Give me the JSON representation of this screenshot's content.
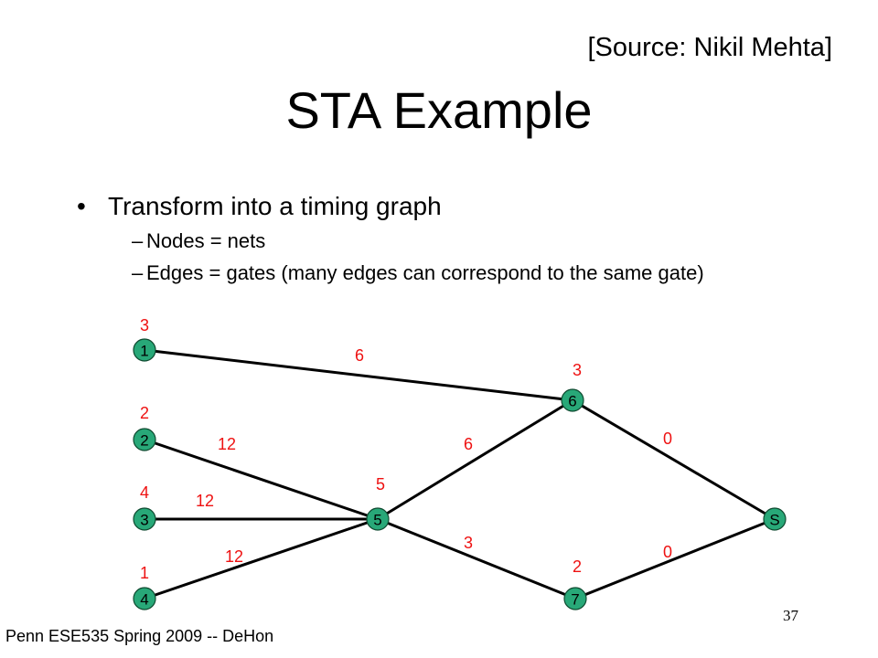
{
  "header": {
    "source": "[Source: Nikil Mehta]",
    "title": "STA Example"
  },
  "bullets": {
    "main": "Transform into a timing graph",
    "sub": [
      "Nodes = nets",
      "Edges = gates (many edges can correspond to the same gate)"
    ]
  },
  "graph": {
    "nodes": [
      {
        "id": "1",
        "delay": "3"
      },
      {
        "id": "2",
        "delay": "2"
      },
      {
        "id": "3",
        "delay": "4"
      },
      {
        "id": "4",
        "delay": "1"
      },
      {
        "id": "5",
        "delay": "5"
      },
      {
        "id": "6",
        "delay": "3"
      },
      {
        "id": "7",
        "delay": "2"
      },
      {
        "id": "S",
        "delay": ""
      }
    ],
    "edges": [
      {
        "from": "1",
        "to": "6",
        "weight": "6"
      },
      {
        "from": "2",
        "to": "5",
        "weight": "12"
      },
      {
        "from": "3",
        "to": "5",
        "weight": "12"
      },
      {
        "from": "4",
        "to": "5",
        "weight": "12"
      },
      {
        "from": "5",
        "to": "6",
        "weight": "6"
      },
      {
        "from": "5",
        "to": "7",
        "weight": "3"
      },
      {
        "from": "6",
        "to": "S",
        "weight": "0"
      },
      {
        "from": "7",
        "to": "S",
        "weight": "0"
      }
    ]
  },
  "footer": {
    "course": "Penn ESE535 Spring 2009 -- DeHon",
    "page": "37"
  },
  "colors": {
    "node_fill": "#28a878",
    "label_red": "#ee1111"
  }
}
